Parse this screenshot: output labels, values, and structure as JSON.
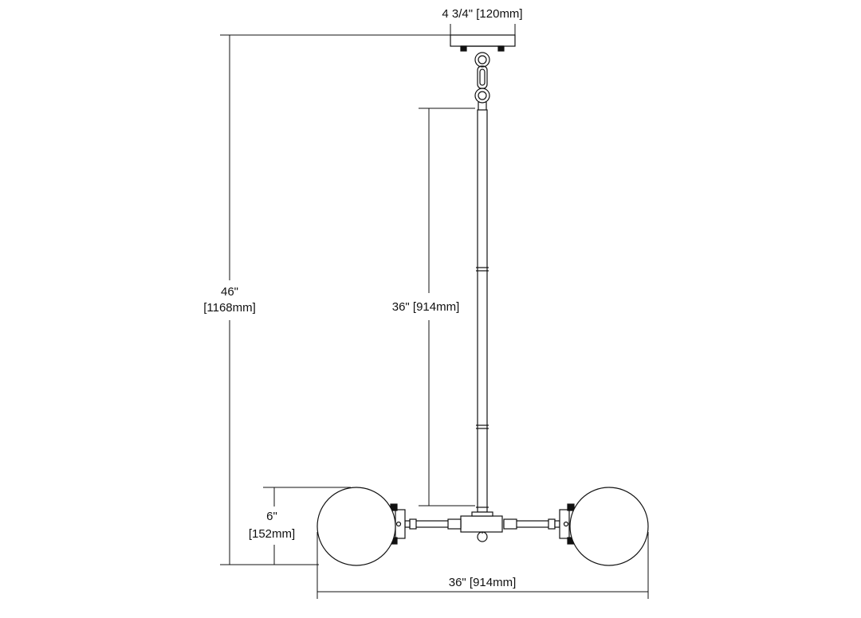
{
  "dimensions": {
    "canopy_width": "4 3/4\" [120mm]",
    "overall_height_in": "46\"",
    "overall_height_mm": "[1168mm]",
    "rod_length": "36\" [914mm]",
    "globe_height_in": "6\"",
    "globe_height_mm": "[152mm]",
    "overall_width": "36\" [914mm]"
  }
}
